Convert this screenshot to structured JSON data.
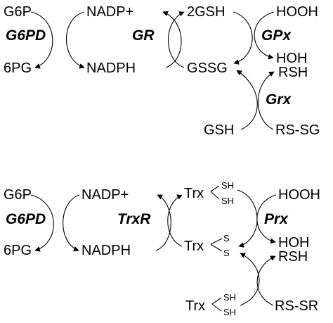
{
  "glutathione_system": {
    "g6p": "G6P",
    "g6pd": "G6PD",
    "sixpg": "6PG",
    "nadp_plus": "NADP+",
    "gr": "GR",
    "nadph": "NADPH",
    "gsh2": "2GSH",
    "gssg": "GSSG",
    "hooh": "HOOH",
    "gpx": "GPx",
    "hoh": "HOH",
    "rsh": "RSH",
    "grx": "Grx",
    "gsh": "GSH",
    "rssg": "RS-SG"
  },
  "thioredoxin_system": {
    "g6p": "G6P",
    "g6pd": "G6PD",
    "sixpg": "6PG",
    "nadp_plus": "NADP+",
    "trxr": "TrxR",
    "nadph": "NADPH",
    "trx_reduced": "Trx",
    "trx_reduced_sh_top": "SH",
    "trx_reduced_sh_bottom": "SH",
    "trx_oxidized": "Trx",
    "trx_oxidized_s_top": "S",
    "trx_oxidized_s_bottom": "S",
    "hooh": "HOOH",
    "prx": "Prx",
    "hoh": "HOH",
    "rsh": "RSH",
    "trx_bottom": "Trx",
    "trx_bottom_sh_top": "SH",
    "trx_bottom_sh_bottom": "SH",
    "rssr": "RS-SR"
  }
}
